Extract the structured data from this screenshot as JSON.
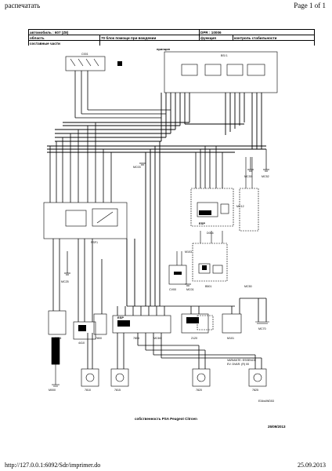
{
  "browser": {
    "title": "распечатать",
    "page_indicator": "Page 1 of 1",
    "url": "http://127.0.0.1:6092/Sdr/imprimer.do",
    "date": "25.09.2013"
  },
  "info_table": {
    "car_label": "автомобиль : 607 (Z8)",
    "dpr_label": "DPR : 10006",
    "area_label": "область",
    "area_value": "70 блок помощи при вождении",
    "function_label": "функция",
    "function_value": "контроль стабильности",
    "parts_label": "составные части"
  },
  "diagram": {
    "section_label": "принцип",
    "components": {
      "c001": "C001",
      "bsi1": "BSI 1",
      "psf1": "PSF1",
      "cv00": "CV00",
      "mc01": "MC01",
      "d004": "D004",
      "mc12": "MC12",
      "mc30": "MC30",
      "mc52": "MC52",
      "mc25": "MC25",
      "mc03": "MC03",
      "mc50": "MC50",
      "mc60": "MC60",
      "mc70": "MC70",
      "s004": "S004",
      "m000": "M000",
      "t8004": "7804",
      "t4410": "4410",
      "t7800": "7800",
      "t2120": "2120",
      "t7810": "7810",
      "t7815": "7815",
      "t7820": "7820",
      "t7825": "7825",
      "m101": "M101",
      "m103": "M103",
      "b501": "B501",
      "esp": "ESP"
    },
    "variant_note_1": "VARIANTE: ESSENCE",
    "variant_note_2": "EV. DVAR. (R) 00",
    "doc_ref": "E34wIWD53"
  },
  "footer": {
    "ownership": "собственность PSA Peugeot Citroen",
    "date": "25/09/2013"
  }
}
